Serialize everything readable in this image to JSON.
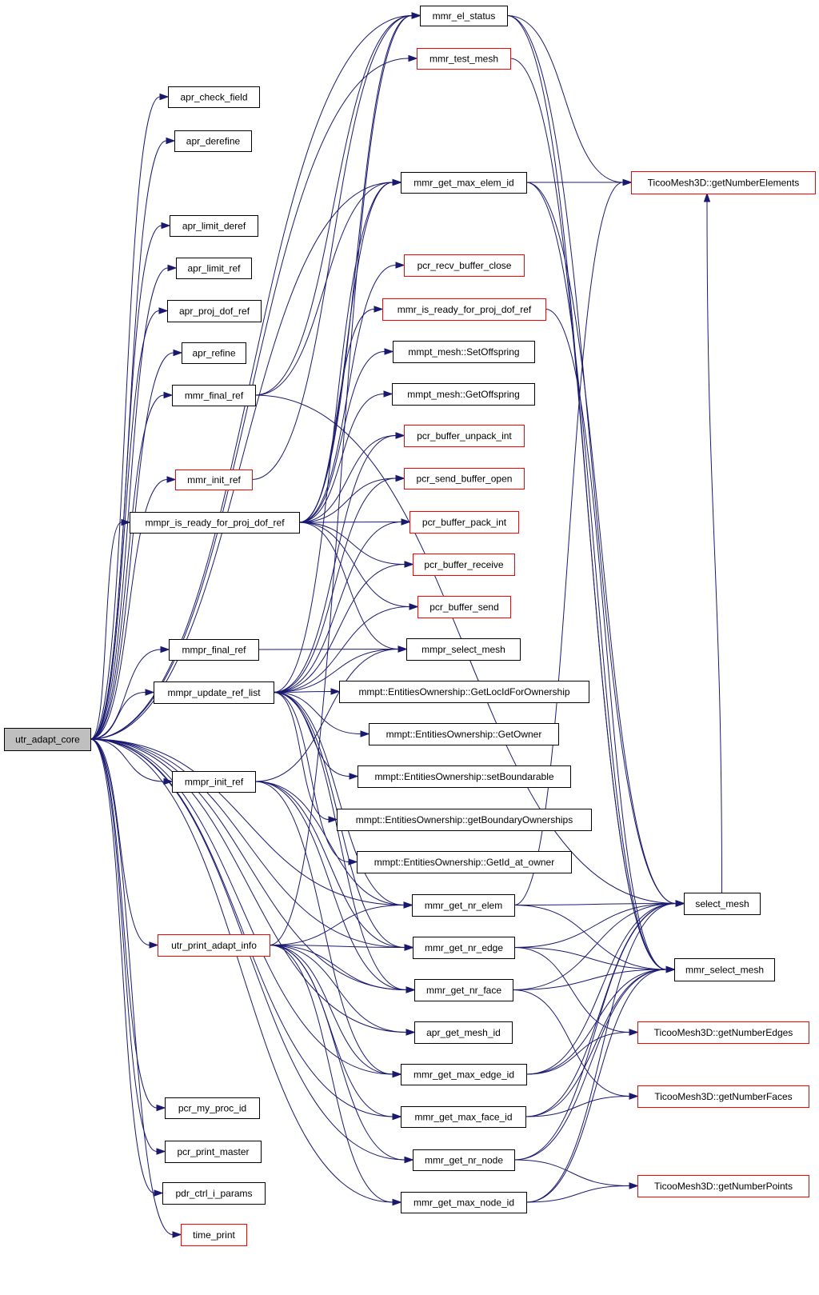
{
  "colors": {
    "edge": "#191970",
    "documented_border": "#000000",
    "undocumented_border": "#ff0000",
    "root_fill": "#bfbfbf",
    "node_fill": "#ffffff"
  },
  "nodes": [
    {
      "id": "utr_adapt_core",
      "label": "utr_adapt_core",
      "style": "root"
    },
    {
      "id": "mmr_el_status",
      "label": "mmr_el_status",
      "style": "black"
    },
    {
      "id": "mmr_test_mesh",
      "label": "mmr_test_mesh",
      "style": "red"
    },
    {
      "id": "apr_check_field",
      "label": "apr_check_field",
      "style": "black"
    },
    {
      "id": "apr_derefine",
      "label": "apr_derefine",
      "style": "black"
    },
    {
      "id": "mmr_get_max_elem_id",
      "label": "mmr_get_max_elem_id",
      "style": "black"
    },
    {
      "id": "getNumberElements",
      "label": "TicooMesh3D::getNumberElements",
      "style": "red"
    },
    {
      "id": "apr_limit_deref",
      "label": "apr_limit_deref",
      "style": "black"
    },
    {
      "id": "apr_limit_ref",
      "label": "apr_limit_ref",
      "style": "black"
    },
    {
      "id": "pcr_recv_buffer_close",
      "label": "pcr_recv_buffer_close",
      "style": "red"
    },
    {
      "id": "apr_proj_dof_ref",
      "label": "apr_proj_dof_ref",
      "style": "black"
    },
    {
      "id": "mmr_is_ready_for_proj_dof_ref",
      "label": "mmr_is_ready_for_proj_dof_ref",
      "style": "red"
    },
    {
      "id": "apr_refine",
      "label": "apr_refine",
      "style": "black"
    },
    {
      "id": "SetOffspring",
      "label": "mmpt_mesh::SetOffspring",
      "style": "black"
    },
    {
      "id": "mmr_final_ref",
      "label": "mmr_final_ref",
      "style": "black"
    },
    {
      "id": "GetOffspring",
      "label": "mmpt_mesh::GetOffspring",
      "style": "black"
    },
    {
      "id": "pcr_buffer_unpack_int",
      "label": "pcr_buffer_unpack_int",
      "style": "red"
    },
    {
      "id": "mmr_init_ref",
      "label": "mmr_init_ref",
      "style": "red"
    },
    {
      "id": "pcr_send_buffer_open",
      "label": "pcr_send_buffer_open",
      "style": "red"
    },
    {
      "id": "mmpr_is_ready_for_proj_dof_ref",
      "label": "mmpr_is_ready_for_proj_dof_ref",
      "style": "black"
    },
    {
      "id": "pcr_buffer_pack_int",
      "label": "pcr_buffer_pack_int",
      "style": "red"
    },
    {
      "id": "pcr_buffer_receive",
      "label": "pcr_buffer_receive",
      "style": "red"
    },
    {
      "id": "pcr_buffer_send",
      "label": "pcr_buffer_send",
      "style": "red"
    },
    {
      "id": "mmpr_final_ref",
      "label": "mmpr_final_ref",
      "style": "black"
    },
    {
      "id": "mmpr_select_mesh",
      "label": "mmpr_select_mesh",
      "style": "black"
    },
    {
      "id": "mmpr_update_ref_list",
      "label": "mmpr_update_ref_list",
      "style": "black"
    },
    {
      "id": "GetLocIdForOwnership",
      "label": "mmpt::EntitiesOwnership::GetLocIdForOwnership",
      "style": "black"
    },
    {
      "id": "GetOwner",
      "label": "mmpt::EntitiesOwnership::GetOwner",
      "style": "black"
    },
    {
      "id": "mmpr_init_ref",
      "label": "mmpr_init_ref",
      "style": "black"
    },
    {
      "id": "setBoundarable",
      "label": "mmpt::EntitiesOwnership::setBoundarable",
      "style": "black"
    },
    {
      "id": "getBoundaryOwnerships",
      "label": "mmpt::EntitiesOwnership::getBoundaryOwnerships",
      "style": "black"
    },
    {
      "id": "GetId_at_owner",
      "label": "mmpt::EntitiesOwnership::GetId_at_owner",
      "style": "black"
    },
    {
      "id": "mmr_get_nr_elem",
      "label": "mmr_get_nr_elem",
      "style": "black"
    },
    {
      "id": "select_mesh",
      "label": "select_mesh",
      "style": "black"
    },
    {
      "id": "utr_print_adapt_info",
      "label": "utr_print_adapt_info",
      "style": "red"
    },
    {
      "id": "mmr_get_nr_edge",
      "label": "mmr_get_nr_edge",
      "style": "black"
    },
    {
      "id": "mmr_select_mesh",
      "label": "mmr_select_mesh",
      "style": "black"
    },
    {
      "id": "mmr_get_nr_face",
      "label": "mmr_get_nr_face",
      "style": "black"
    },
    {
      "id": "apr_get_mesh_id",
      "label": "apr_get_mesh_id",
      "style": "black"
    },
    {
      "id": "getNumberEdges",
      "label": "TicooMesh3D::getNumberEdges",
      "style": "red"
    },
    {
      "id": "mmr_get_max_edge_id",
      "label": "mmr_get_max_edge_id",
      "style": "black"
    },
    {
      "id": "pcr_my_proc_id",
      "label": "pcr_my_proc_id",
      "style": "black"
    },
    {
      "id": "getNumberFaces",
      "label": "TicooMesh3D::getNumberFaces",
      "style": "red"
    },
    {
      "id": "mmr_get_max_face_id",
      "label": "mmr_get_max_face_id",
      "style": "black"
    },
    {
      "id": "pcr_print_master",
      "label": "pcr_print_master",
      "style": "black"
    },
    {
      "id": "mmr_get_nr_node",
      "label": "mmr_get_nr_node",
      "style": "black"
    },
    {
      "id": "pdr_ctrl_i_params",
      "label": "pdr_ctrl_i_params",
      "style": "black"
    },
    {
      "id": "getNumberPoints",
      "label": "TicooMesh3D::getNumberPoints",
      "style": "red"
    },
    {
      "id": "mmr_get_max_node_id",
      "label": "mmr_get_max_node_id",
      "style": "black"
    },
    {
      "id": "time_print",
      "label": "time_print",
      "style": "red"
    }
  ],
  "edges": [
    [
      "utr_adapt_core",
      "mmr_el_status"
    ],
    [
      "utr_adapt_core",
      "mmr_test_mesh"
    ],
    [
      "utr_adapt_core",
      "apr_check_field"
    ],
    [
      "utr_adapt_core",
      "apr_derefine"
    ],
    [
      "utr_adapt_core",
      "mmr_get_max_elem_id"
    ],
    [
      "utr_adapt_core",
      "apr_limit_deref"
    ],
    [
      "utr_adapt_core",
      "apr_limit_ref"
    ],
    [
      "utr_adapt_core",
      "apr_proj_dof_ref"
    ],
    [
      "utr_adapt_core",
      "apr_refine"
    ],
    [
      "utr_adapt_core",
      "mmr_final_ref"
    ],
    [
      "utr_adapt_core",
      "mmr_init_ref"
    ],
    [
      "utr_adapt_core",
      "mmpr_is_ready_for_proj_dof_ref"
    ],
    [
      "utr_adapt_core",
      "mmpr_final_ref"
    ],
    [
      "utr_adapt_core",
      "mmpr_update_ref_list"
    ],
    [
      "utr_adapt_core",
      "mmpr_init_ref"
    ],
    [
      "utr_adapt_core",
      "utr_print_adapt_info"
    ],
    [
      "utr_adapt_core",
      "mmr_get_nr_elem"
    ],
    [
      "utr_adapt_core",
      "mmr_get_nr_edge"
    ],
    [
      "utr_adapt_core",
      "mmr_get_nr_face"
    ],
    [
      "utr_adapt_core",
      "apr_get_mesh_id"
    ],
    [
      "utr_adapt_core",
      "mmr_get_max_edge_id"
    ],
    [
      "utr_adapt_core",
      "mmr_get_max_face_id"
    ],
    [
      "utr_adapt_core",
      "mmr_get_nr_node"
    ],
    [
      "utr_adapt_core",
      "mmr_get_max_node_id"
    ],
    [
      "utr_adapt_core",
      "pcr_my_proc_id"
    ],
    [
      "utr_adapt_core",
      "pcr_print_master"
    ],
    [
      "utr_adapt_core",
      "pdr_ctrl_i_params"
    ],
    [
      "utr_adapt_core",
      "time_print"
    ],
    [
      "mmr_el_status",
      "getNumberElements"
    ],
    [
      "mmr_el_status",
      "select_mesh"
    ],
    [
      "mmr_el_status",
      "mmr_select_mesh"
    ],
    [
      "mmr_test_mesh",
      "mmr_select_mesh"
    ],
    [
      "mmr_get_max_elem_id",
      "getNumberElements"
    ],
    [
      "mmr_get_max_elem_id",
      "select_mesh"
    ],
    [
      "mmr_get_max_elem_id",
      "mmr_select_mesh"
    ],
    [
      "mmr_is_ready_for_proj_dof_ref",
      "mmr_select_mesh"
    ],
    [
      "mmr_final_ref",
      "mmr_get_max_elem_id"
    ],
    [
      "mmr_final_ref",
      "mmr_el_status"
    ],
    [
      "mmr_final_ref",
      "select_mesh"
    ],
    [
      "mmr_init_ref",
      "mmr_el_status"
    ],
    [
      "mmpr_is_ready_for_proj_dof_ref",
      "mmr_is_ready_for_proj_dof_ref"
    ],
    [
      "mmpr_is_ready_for_proj_dof_ref",
      "mmr_get_max_elem_id"
    ],
    [
      "mmpr_is_ready_for_proj_dof_ref",
      "pcr_recv_buffer_close"
    ],
    [
      "mmpr_is_ready_for_proj_dof_ref",
      "SetOffspring"
    ],
    [
      "mmpr_is_ready_for_proj_dof_ref",
      "GetOffspring"
    ],
    [
      "mmpr_is_ready_for_proj_dof_ref",
      "pcr_buffer_unpack_int"
    ],
    [
      "mmpr_is_ready_for_proj_dof_ref",
      "pcr_send_buffer_open"
    ],
    [
      "mmpr_is_ready_for_proj_dof_ref",
      "pcr_buffer_pack_int"
    ],
    [
      "mmpr_is_ready_for_proj_dof_ref",
      "pcr_buffer_receive"
    ],
    [
      "mmpr_is_ready_for_proj_dof_ref",
      "pcr_buffer_send"
    ],
    [
      "mmpr_is_ready_for_proj_dof_ref",
      "mmpr_select_mesh"
    ],
    [
      "mmpr_is_ready_for_proj_dof_ref",
      "mmr_el_status"
    ],
    [
      "mmpr_final_ref",
      "mmpr_select_mesh"
    ],
    [
      "mmpr_update_ref_list",
      "mmpr_select_mesh"
    ],
    [
      "mmpr_update_ref_list",
      "GetLocIdForOwnership"
    ],
    [
      "mmpr_update_ref_list",
      "GetOwner"
    ],
    [
      "mmpr_update_ref_list",
      "setBoundarable"
    ],
    [
      "mmpr_update_ref_list",
      "getBoundaryOwnerships"
    ],
    [
      "mmpr_update_ref_list",
      "GetId_at_owner"
    ],
    [
      "mmpr_update_ref_list",
      "pcr_buffer_unpack_int"
    ],
    [
      "mmpr_update_ref_list",
      "pcr_buffer_pack_int"
    ],
    [
      "mmpr_update_ref_list",
      "pcr_buffer_receive"
    ],
    [
      "mmpr_update_ref_list",
      "pcr_buffer_send"
    ],
    [
      "mmpr_update_ref_list",
      "pcr_send_buffer_open"
    ],
    [
      "mmpr_update_ref_list",
      "mmr_get_max_elem_id"
    ],
    [
      "mmpr_update_ref_list",
      "mmr_get_nr_elem"
    ],
    [
      "mmpr_update_ref_list",
      "mmr_get_nr_edge"
    ],
    [
      "mmpr_update_ref_list",
      "mmr_get_nr_face"
    ],
    [
      "mmpr_init_ref",
      "mmpr_select_mesh"
    ],
    [
      "mmpr_init_ref",
      "mmr_get_nr_elem"
    ],
    [
      "mmpr_init_ref",
      "mmr_get_nr_edge"
    ],
    [
      "mmpr_init_ref",
      "mmr_get_nr_face"
    ],
    [
      "mmpr_init_ref",
      "mmr_get_max_edge_id"
    ],
    [
      "mmr_get_nr_elem",
      "getNumberElements"
    ],
    [
      "mmr_get_nr_elem",
      "select_mesh"
    ],
    [
      "mmr_get_nr_elem",
      "mmr_select_mesh"
    ],
    [
      "utr_print_adapt_info",
      "mmr_get_nr_elem"
    ],
    [
      "utr_print_adapt_info",
      "mmr_get_nr_edge"
    ],
    [
      "utr_print_adapt_info",
      "mmr_get_nr_face"
    ],
    [
      "utr_print_adapt_info",
      "apr_get_mesh_id"
    ],
    [
      "utr_print_adapt_info",
      "mmr_get_max_edge_id"
    ],
    [
      "utr_print_adapt_info",
      "mmr_get_max_face_id"
    ],
    [
      "utr_print_adapt_info",
      "mmr_get_nr_node"
    ],
    [
      "utr_print_adapt_info",
      "mmr_get_max_node_id"
    ],
    [
      "utr_print_adapt_info",
      "mmr_el_status"
    ],
    [
      "mmr_get_nr_edge",
      "select_mesh"
    ],
    [
      "mmr_get_nr_edge",
      "mmr_select_mesh"
    ],
    [
      "mmr_get_nr_edge",
      "getNumberEdges"
    ],
    [
      "mmr_get_nr_face",
      "select_mesh"
    ],
    [
      "mmr_get_nr_face",
      "mmr_select_mesh"
    ],
    [
      "mmr_get_nr_face",
      "getNumberFaces"
    ],
    [
      "mmr_get_max_edge_id",
      "select_mesh"
    ],
    [
      "mmr_get_max_edge_id",
      "mmr_select_mesh"
    ],
    [
      "mmr_get_max_edge_id",
      "getNumberEdges"
    ],
    [
      "mmr_get_max_face_id",
      "select_mesh"
    ],
    [
      "mmr_get_max_face_id",
      "mmr_select_mesh"
    ],
    [
      "mmr_get_max_face_id",
      "getNumberFaces"
    ],
    [
      "mmr_get_nr_node",
      "select_mesh"
    ],
    [
      "mmr_get_nr_node",
      "mmr_select_mesh"
    ],
    [
      "mmr_get_nr_node",
      "getNumberPoints"
    ],
    [
      "mmr_get_max_node_id",
      "select_mesh"
    ],
    [
      "mmr_get_max_node_id",
      "mmr_select_mesh"
    ],
    [
      "mmr_get_max_node_id",
      "getNumberPoints"
    ]
  ]
}
